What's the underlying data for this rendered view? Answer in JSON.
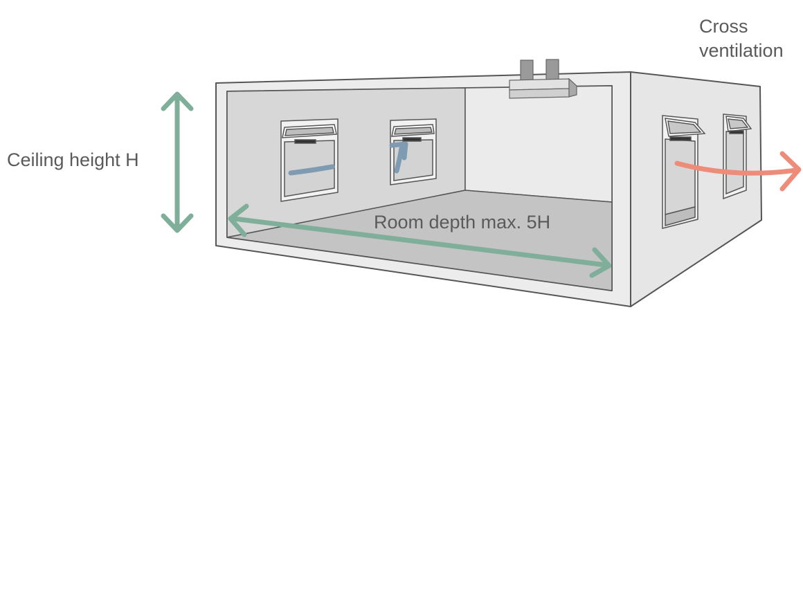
{
  "labels": {
    "ceiling_height": "Ceiling height H",
    "room_depth": "Room depth max. 5H",
    "cross_ventilation_line1": "Cross",
    "cross_ventilation_line2": "ventilation"
  },
  "colors": {
    "dimension_arrow": "#7fae9a",
    "indoor_airflow_arrow": "#7f9bb2",
    "outdoor_airflow_arrow": "#ee8c7a",
    "wall_outer": "#ececec",
    "wall_inner": "#d7d7d7",
    "floor": "#c4c4c4",
    "outline": "#555555",
    "text": "#5a5a5a"
  },
  "icons": {
    "ceiling_unit": "ceiling-ventilation-unit-icon",
    "window": "tilt-window-icon"
  }
}
